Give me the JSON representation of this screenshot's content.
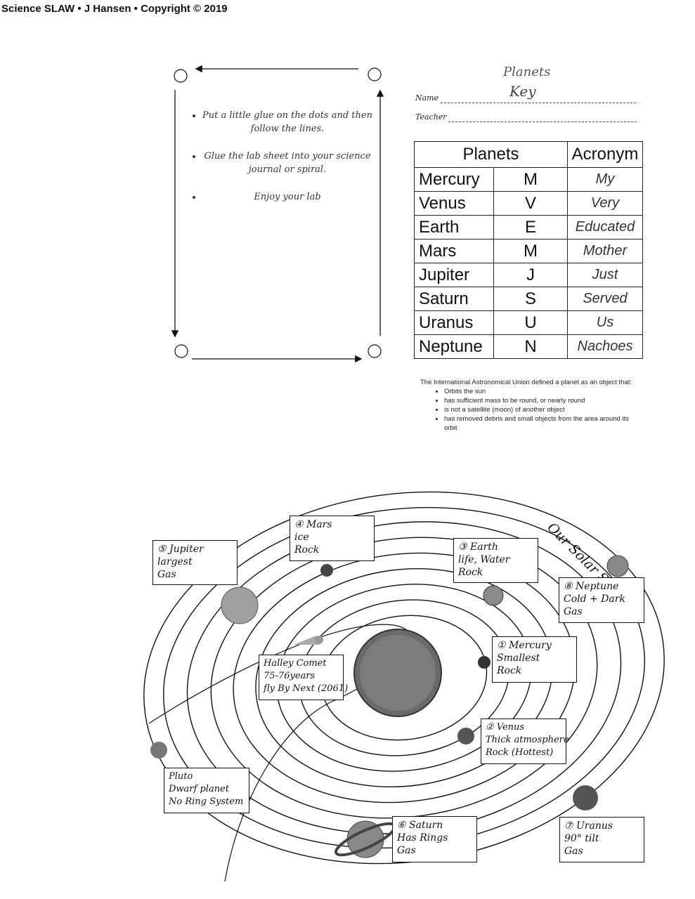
{
  "header": {
    "copyright": "Science SLAW • J Hansen • Copyright © 2019"
  },
  "instructions": [
    "Put a little glue on the dots and then follow the lines.",
    "Glue the lab sheet into your science journal or spiral.",
    "Enjoy your lab"
  ],
  "worksheet": {
    "title": "Planets",
    "name_label": "Name",
    "name_value": "Key",
    "teacher_label": "Teacher"
  },
  "table": {
    "headers": [
      "Planets",
      "Acronym"
    ],
    "rows": [
      {
        "planet": "Mercury",
        "letter": "M",
        "acronym": "My"
      },
      {
        "planet": "Venus",
        "letter": "V",
        "acronym": "Very"
      },
      {
        "planet": "Earth",
        "letter": "E",
        "acronym": "Educated"
      },
      {
        "planet": "Mars",
        "letter": "M",
        "acronym": "Mother"
      },
      {
        "planet": "Jupiter",
        "letter": "J",
        "acronym": "Just"
      },
      {
        "planet": "Saturn",
        "letter": "S",
        "acronym": "Served"
      },
      {
        "planet": "Uranus",
        "letter": "U",
        "acronym": "Us"
      },
      {
        "planet": "Neptune",
        "letter": "N",
        "acronym": "Nachoes"
      }
    ]
  },
  "iau": {
    "intro": "The International Astronomical Union defined a planet as an object that:",
    "criteria": [
      "Orbits the sun",
      "has sufficient mass to be round, or nearly round",
      "is not a satellite (moon) of another object",
      "has removed debris and small objects from the area around its orbit"
    ]
  },
  "solar_system": {
    "title": "Our Solar System",
    "labels": {
      "jupiter": [
        "⑤ Jupiter",
        "largest",
        "Gas"
      ],
      "mars": [
        "④ Mars",
        "ice",
        "Rock"
      ],
      "earth": [
        "③ Earth",
        "life, Water",
        "Rock"
      ],
      "neptune": [
        "⑧ Neptune",
        "Cold + Dark",
        "Gas"
      ],
      "mercury": [
        "① Mercury",
        "Smallest",
        "Rock"
      ],
      "halley": [
        "Halley Comet",
        "75-76years",
        "fly By Next (2061)"
      ],
      "venus": [
        "② Venus",
        "Thick atmosphere",
        "Rock (Hottest)"
      ],
      "pluto": [
        "Pluto",
        "Dwarf planet",
        "No Ring System"
      ],
      "saturn": [
        "⑥ Saturn",
        "Has Rings",
        "Gas"
      ],
      "uranus": [
        "⑦ Uranus",
        "90° tilt",
        "Gas"
      ]
    }
  },
  "colors": {
    "ink": "#111111",
    "sun": "#6a6a6a",
    "planet": "#8a8a8a"
  }
}
